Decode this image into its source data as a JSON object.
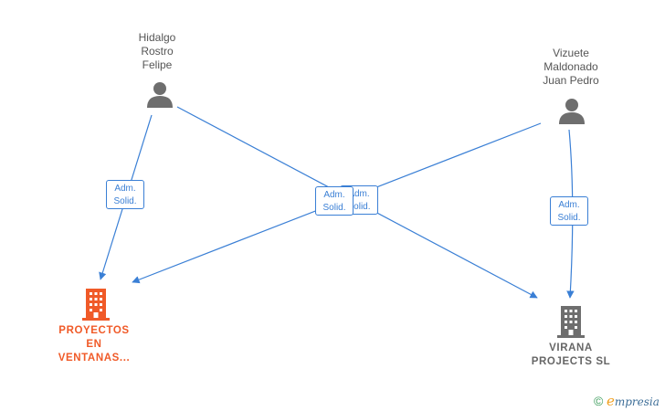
{
  "people": [
    {
      "name": "Hidalgo\nRostro\nFelipe"
    },
    {
      "name": "Vizuete\nMaldonado\nJuan Pedro"
    }
  ],
  "companies": [
    {
      "name": "PROYECTOS\nEN\nVENTANAS...",
      "color": "#f05a28"
    },
    {
      "name": "VIRANA\nPROJECTS SL",
      "color": "#6e6e6e"
    }
  ],
  "relations": [
    {
      "label": "Adm.\nSolid."
    },
    {
      "label": "Adm.\nSolid."
    },
    {
      "label": "Adm.\nSolid."
    },
    {
      "label": "Adm.\nSolid."
    }
  ],
  "footer": {
    "copyright": "©",
    "brand_initial": "e",
    "brand_rest": "mpresia"
  },
  "colors": {
    "edge": "#3a7fd5",
    "person_icon": "#6e6e6e"
  }
}
